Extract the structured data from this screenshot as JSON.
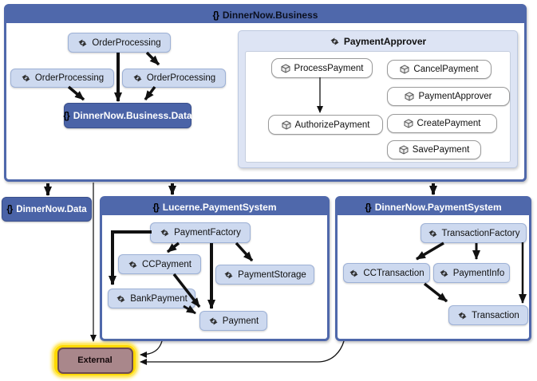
{
  "groups": {
    "business": {
      "brace": "{}",
      "title": "DinnerNow.Business"
    },
    "approver": {
      "title": "PaymentApprover"
    },
    "lucerne": {
      "brace": "{}",
      "title": "Lucerne.PaymentSystem"
    },
    "dnps": {
      "brace": "{}",
      "title": "DinnerNow.PaymentSystem"
    }
  },
  "nodes": {
    "op_top": "OrderProcessing",
    "op_left": "OrderProcessing",
    "op_right": "OrderProcessing",
    "business_data_brace": "{}",
    "business_data": "DinnerNow.Business.Data",
    "process_payment": "ProcessPayment",
    "cancel_payment": "CancelPayment",
    "payment_approver": "PaymentApprover",
    "authorize_payment": "AuthorizePayment",
    "create_payment": "CreatePayment",
    "save_payment": "SavePayment",
    "dinnernow_data_brace": "{}",
    "dinnernow_data": "DinnerNow.Data",
    "payment_factory": "PaymentFactory",
    "cc_payment": "CCPayment",
    "payment_storage": "PaymentStorage",
    "bank_payment": "BankPayment",
    "payment": "Payment",
    "transaction_factory": "TransactionFactory",
    "cc_transaction": "CCTransaction",
    "payment_info": "PaymentInfo",
    "transaction": "Transaction",
    "external": "External"
  },
  "icons": {
    "namespace": "curly-braces",
    "class": "swap-arrows-class-icon",
    "interface": "cube-icon"
  },
  "colors": {
    "group_blue": "#4f68ab",
    "dark_node_blue": "#4a63a7",
    "light_node_blue": "#cdd9ef",
    "subgroup_blue": "#dde4f4",
    "external_glow": "#ffd800",
    "external_fill": "#a9878b",
    "arrow_black": "#111111"
  },
  "edges": [
    {
      "from": "OrderProcessing(top)",
      "to": "DinnerNow.Business.Data"
    },
    {
      "from": "OrderProcessing(top)",
      "to": "OrderProcessing(right)"
    },
    {
      "from": "OrderProcessing(left)",
      "to": "DinnerNow.Business.Data"
    },
    {
      "from": "OrderProcessing(right)",
      "to": "DinnerNow.Business.Data"
    },
    {
      "from": "ProcessPayment",
      "to": "AuthorizePayment"
    },
    {
      "from": "DinnerNow.Business",
      "to": "DinnerNow.Data"
    },
    {
      "from": "DinnerNow.Business",
      "to": "Lucerne.PaymentSystem"
    },
    {
      "from": "DinnerNow.Business",
      "to": "DinnerNow.PaymentSystem"
    },
    {
      "from": "DinnerNow.Business",
      "to": "External"
    },
    {
      "from": "PaymentFactory",
      "to": "BankPayment"
    },
    {
      "from": "PaymentFactory",
      "to": "CCPayment"
    },
    {
      "from": "PaymentFactory",
      "to": "Payment"
    },
    {
      "from": "PaymentFactory",
      "to": "PaymentStorage"
    },
    {
      "from": "CCPayment",
      "to": "Payment"
    },
    {
      "from": "BankPayment",
      "to": "Payment"
    },
    {
      "from": "TransactionFactory",
      "to": "CCTransaction"
    },
    {
      "from": "TransactionFactory",
      "to": "PaymentInfo"
    },
    {
      "from": "TransactionFactory",
      "to": "Transaction"
    },
    {
      "from": "CCTransaction",
      "to": "Transaction"
    },
    {
      "from": "Lucerne.PaymentSystem",
      "to": "External"
    },
    {
      "from": "DinnerNow.PaymentSystem",
      "to": "External"
    }
  ]
}
